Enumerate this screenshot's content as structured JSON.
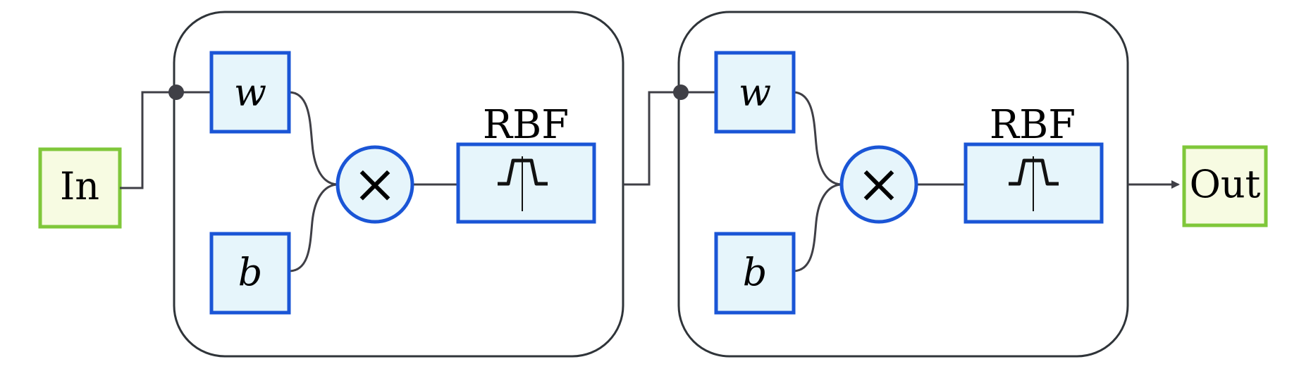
{
  "input": {
    "label": "In"
  },
  "output": {
    "label": "Out"
  },
  "layers": [
    {
      "weight_label": "w",
      "bias_label": "b",
      "operator_symbol": "×",
      "activation_label": "RBF"
    },
    {
      "weight_label": "w",
      "bias_label": "b",
      "operator_symbol": "×",
      "activation_label": "RBF"
    }
  ],
  "colors": {
    "io_fill": "#f7fbe2",
    "io_border": "#7fc73a",
    "node_fill": "#e6f5fb",
    "node_border": "#1a55d6",
    "line": "#3f3f46",
    "container_border": "#2f3439"
  }
}
